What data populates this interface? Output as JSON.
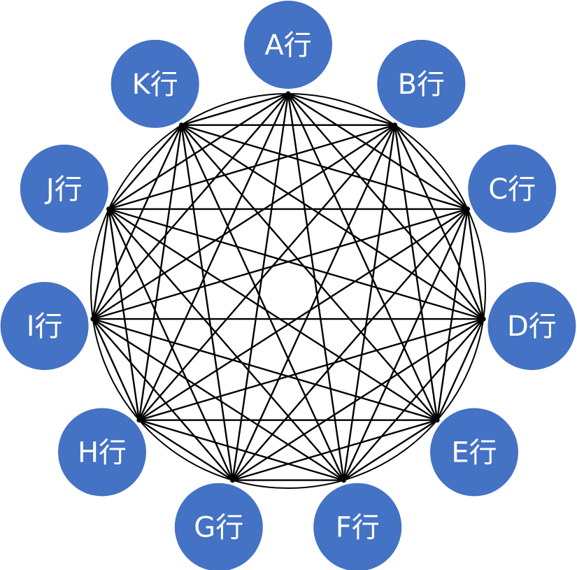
{
  "diagram": {
    "type": "complete-graph",
    "nodes": [
      {
        "id": "A",
        "label": "A行"
      },
      {
        "id": "B",
        "label": "B行"
      },
      {
        "id": "C",
        "label": "C行"
      },
      {
        "id": "D",
        "label": "D行"
      },
      {
        "id": "E",
        "label": "E行"
      },
      {
        "id": "F",
        "label": "F行"
      },
      {
        "id": "G",
        "label": "G行"
      },
      {
        "id": "H",
        "label": "H行"
      },
      {
        "id": "I",
        "label": "I行"
      },
      {
        "id": "J",
        "label": "J行"
      },
      {
        "id": "K",
        "label": "K行"
      }
    ],
    "connections": "every node connected to every other node",
    "colors": {
      "node_fill": "#4472C4",
      "node_text": "#ffffff",
      "edge": "#000000",
      "ring": "#000000"
    }
  }
}
